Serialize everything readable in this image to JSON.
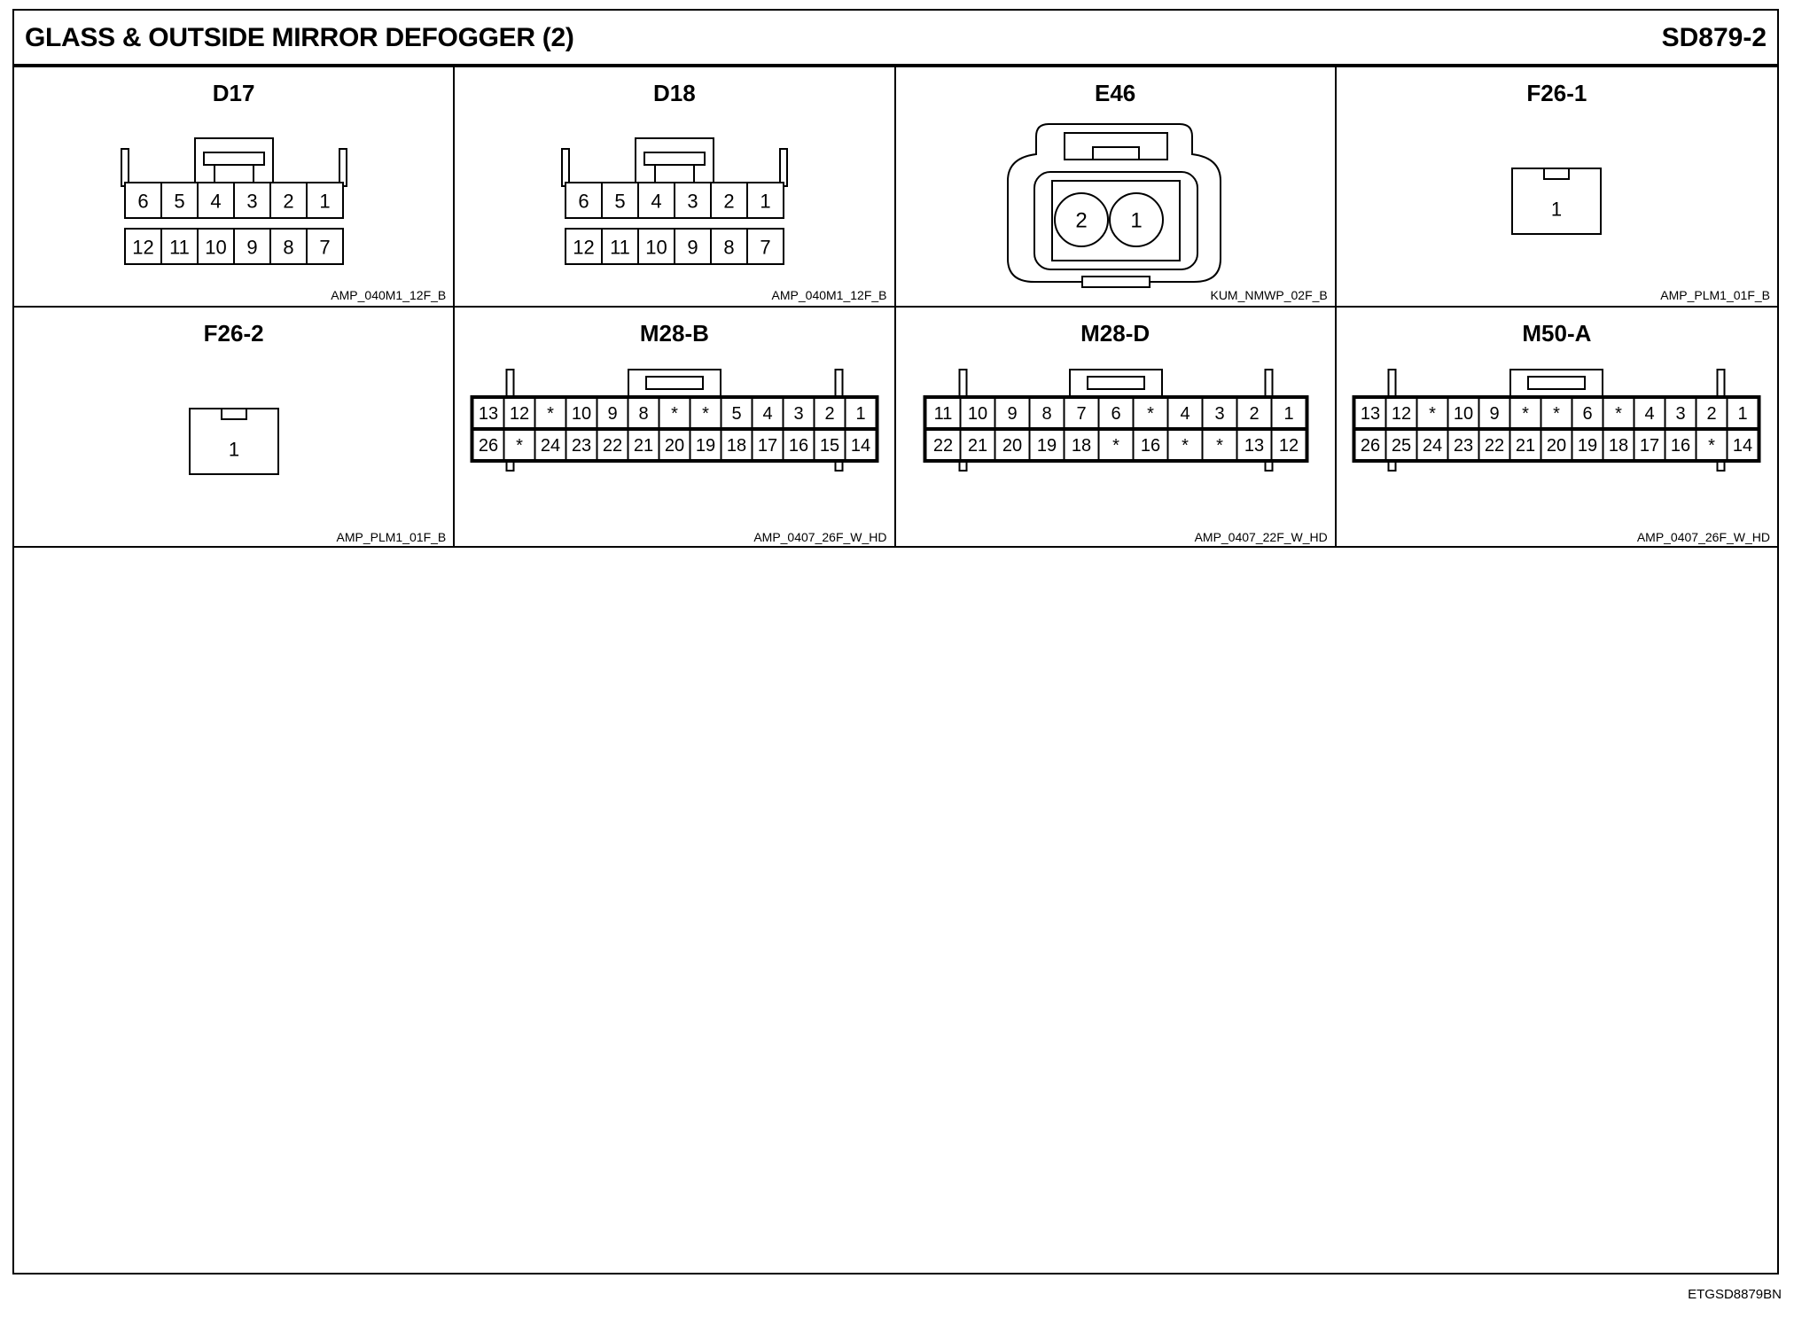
{
  "header": {
    "title": "GLASS & OUTSIDE MIRROR DEFOGGER (2)",
    "code": "SD879-2"
  },
  "connectors": [
    {
      "name": "D17",
      "part": "AMP_040M1_12F_B",
      "style": "twin-row",
      "rows": [
        [
          "6",
          "5",
          "4",
          "3",
          "2",
          "1"
        ],
        [
          "12",
          "11",
          "10",
          "9",
          "8",
          "7"
        ]
      ]
    },
    {
      "name": "D18",
      "part": "AMP_040M1_12F_B",
      "style": "twin-row",
      "rows": [
        [
          "6",
          "5",
          "4",
          "3",
          "2",
          "1"
        ],
        [
          "12",
          "11",
          "10",
          "9",
          "8",
          "7"
        ]
      ]
    },
    {
      "name": "E46",
      "part": "KUM_NMWP_02F_B",
      "style": "round-pins",
      "rows": [
        [
          "2",
          "1"
        ]
      ]
    },
    {
      "name": "F26-1",
      "part": "AMP_PLM1_01F_B",
      "style": "single",
      "rows": [
        [
          "1"
        ]
      ]
    },
    {
      "name": "F26-2",
      "part": "AMP_PLM1_01F_B",
      "style": "single",
      "rows": [
        [
          "1"
        ]
      ]
    },
    {
      "name": "M28-B",
      "part": "AMP_0407_26F_W_HD",
      "style": "wide-26",
      "rows": [
        [
          "13",
          "12",
          "*",
          "10",
          "9",
          "8",
          "*",
          "*",
          "5",
          "4",
          "3",
          "2",
          "1"
        ],
        [
          "26",
          "*",
          "24",
          "23",
          "22",
          "21",
          "20",
          "19",
          "18",
          "17",
          "16",
          "15",
          "14"
        ]
      ]
    },
    {
      "name": "M28-D",
      "part": "AMP_0407_22F_W_HD",
      "style": "wide-22",
      "rows": [
        [
          "11",
          "10",
          "9",
          "8",
          "7",
          "6",
          "*",
          "4",
          "3",
          "2",
          "1"
        ],
        [
          "22",
          "21",
          "20",
          "19",
          "18",
          "*",
          "16",
          "*",
          "*",
          "13",
          "12"
        ]
      ]
    },
    {
      "name": "M50-A",
      "part": "AMP_0407_26F_W_HD",
      "style": "wide-26",
      "rows": [
        [
          "13",
          "12",
          "*",
          "10",
          "9",
          "*",
          "*",
          "6",
          "*",
          "4",
          "3",
          "2",
          "1"
        ],
        [
          "26",
          "25",
          "24",
          "23",
          "22",
          "21",
          "20",
          "19",
          "18",
          "17",
          "16",
          "*",
          "14"
        ]
      ]
    }
  ],
  "footer": {
    "code": "ETGSD8879BN"
  }
}
